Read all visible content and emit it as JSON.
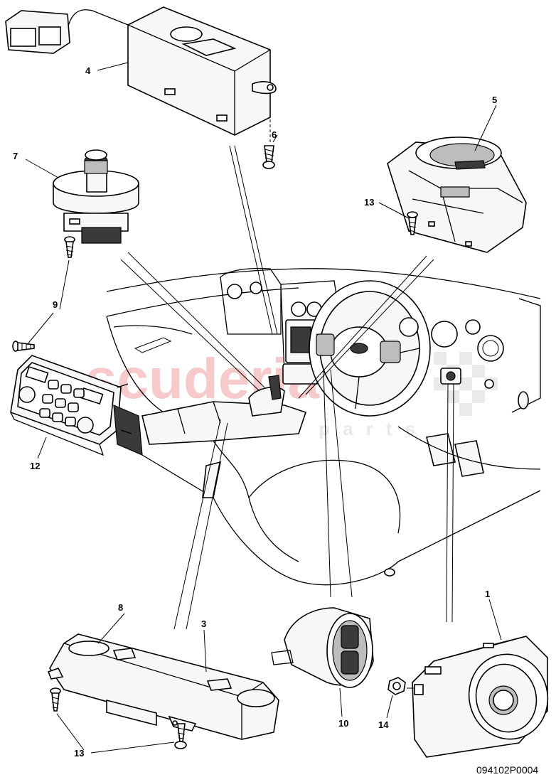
{
  "callouts": [
    {
      "id": "c1",
      "label": "1"
    },
    {
      "id": "c3",
      "label": "3"
    },
    {
      "id": "c4",
      "label": "4"
    },
    {
      "id": "c5",
      "label": "5"
    },
    {
      "id": "c6",
      "label": "6"
    },
    {
      "id": "c7",
      "label": "7"
    },
    {
      "id": "c8",
      "label": "8"
    },
    {
      "id": "c9",
      "label": "9"
    },
    {
      "id": "c10",
      "label": "10"
    },
    {
      "id": "c12",
      "label": "12"
    },
    {
      "id": "c13a",
      "label": "13"
    },
    {
      "id": "c13b",
      "label": "13"
    },
    {
      "id": "c14",
      "label": "14"
    }
  ],
  "drawing_number": "094102P0004",
  "watermark": {
    "main": "scuderia",
    "sub": "car parts",
    "color": "#f3b9b9"
  }
}
